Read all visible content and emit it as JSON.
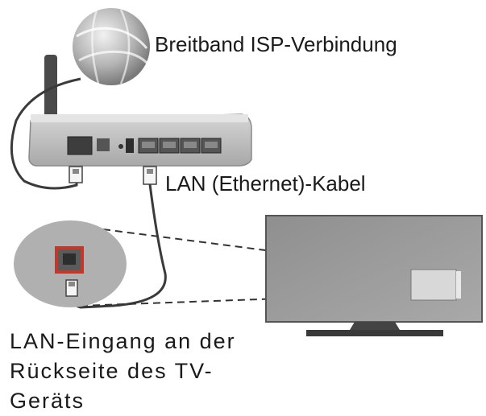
{
  "labels": {
    "isp": "Breitband ISP-Verbindung",
    "lan_cable": "LAN (Ethernet)-Kabel",
    "tv_input_line1": "LAN-Eingang an der",
    "tv_input_line2": "Rückseite des TV-",
    "tv_input_line3": "Geräts"
  },
  "colors": {
    "device_gray": "#bdbdbd",
    "device_dark": "#6e6e6e",
    "antenna": "#4a4a4a",
    "port_red": "#c0392b",
    "tv_screen": "#9e9e9e",
    "cable": "#3a3a3a"
  }
}
